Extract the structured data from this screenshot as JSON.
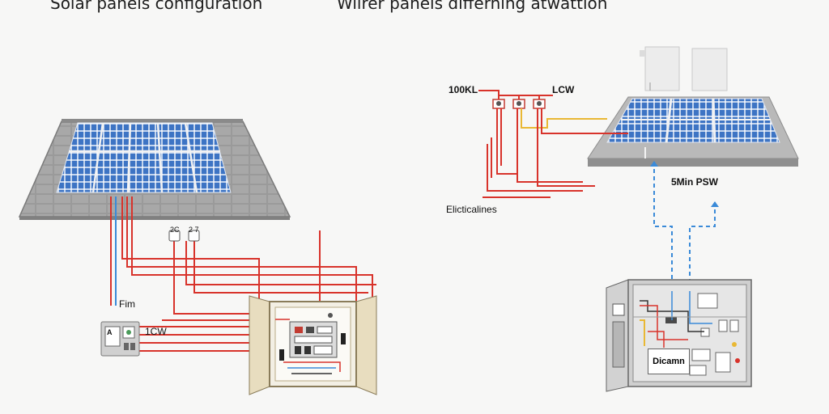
{
  "titles": {
    "left": "Solar panels configuration",
    "right": "Wiirer panels differning atwattion"
  },
  "left_diagram": {
    "labels": {
      "fim": "Fim",
      "meter_label": "1CW",
      "meter_face": "A",
      "junction_a": "2C",
      "junction_b": "2 7"
    }
  },
  "right_diagram": {
    "labels": {
      "fuse_left": "100KL",
      "fuse_right": "LCW",
      "feed": "5Min PSW",
      "lines": "Elicticalines",
      "panel_box": "Dicamn"
    }
  },
  "colors": {
    "wire_red": "#d8332b",
    "wire_blue": "#3a8ad8",
    "wire_yellow": "#e9b834",
    "panel_cell": "#3d74c4",
    "roof": "#8e8e8e",
    "enclosure_tan": "#e6d9b8",
    "cabinet_gray": "#c7c7c7"
  }
}
